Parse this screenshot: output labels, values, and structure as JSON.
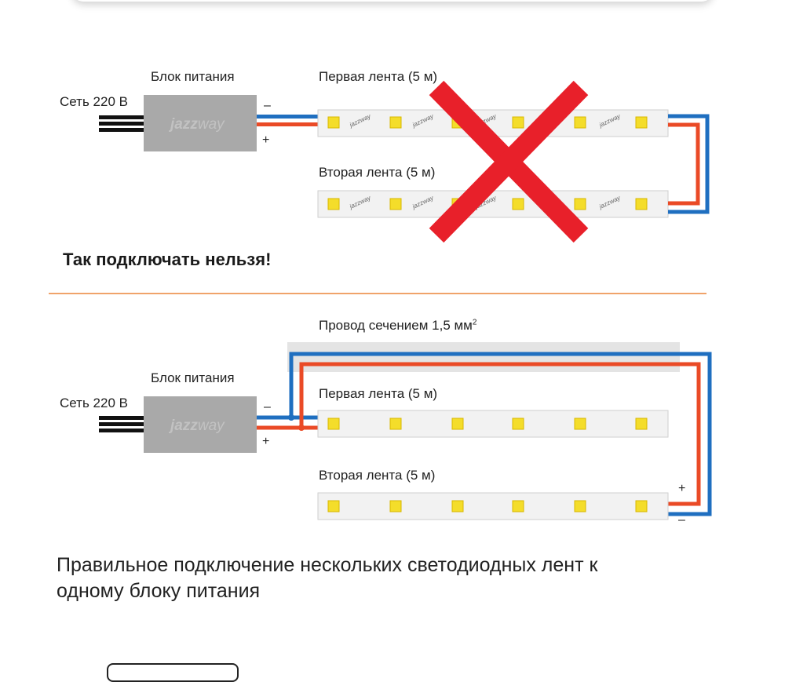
{
  "wrong_diagram": {
    "mains_label": "Сеть 220 В",
    "psu_label": "Блок питания",
    "psu_brand": "jazzway",
    "strip1_label": "Первая лента (5 м)",
    "strip2_label": "Вторая лента (5 м)",
    "minus": "–",
    "plus": "+",
    "warning": "Так подключать нельзя!"
  },
  "right_diagram": {
    "wire_label": "Провод сечением 1,5 мм",
    "wire_label_sup": "2",
    "mains_label": "Сеть 220 В",
    "psu_label": "Блок питания",
    "psu_brand": "jazzway",
    "strip1_label": "Первая лента (5 м)",
    "strip2_label": "Вторая лента (5 м)",
    "minus": "–",
    "plus": "+",
    "end_plus": "+",
    "end_minus": "–",
    "caption": "Правильное подключение нескольких светодиодных лент к одному блоку питания"
  },
  "colors": {
    "wire_negative": "#1f6fc0",
    "wire_positive": "#ea4a26",
    "cross": "#e8202a",
    "psu_body": "#a9a9a9",
    "led": "#f4dd2a",
    "divider": "#f0a36a"
  }
}
